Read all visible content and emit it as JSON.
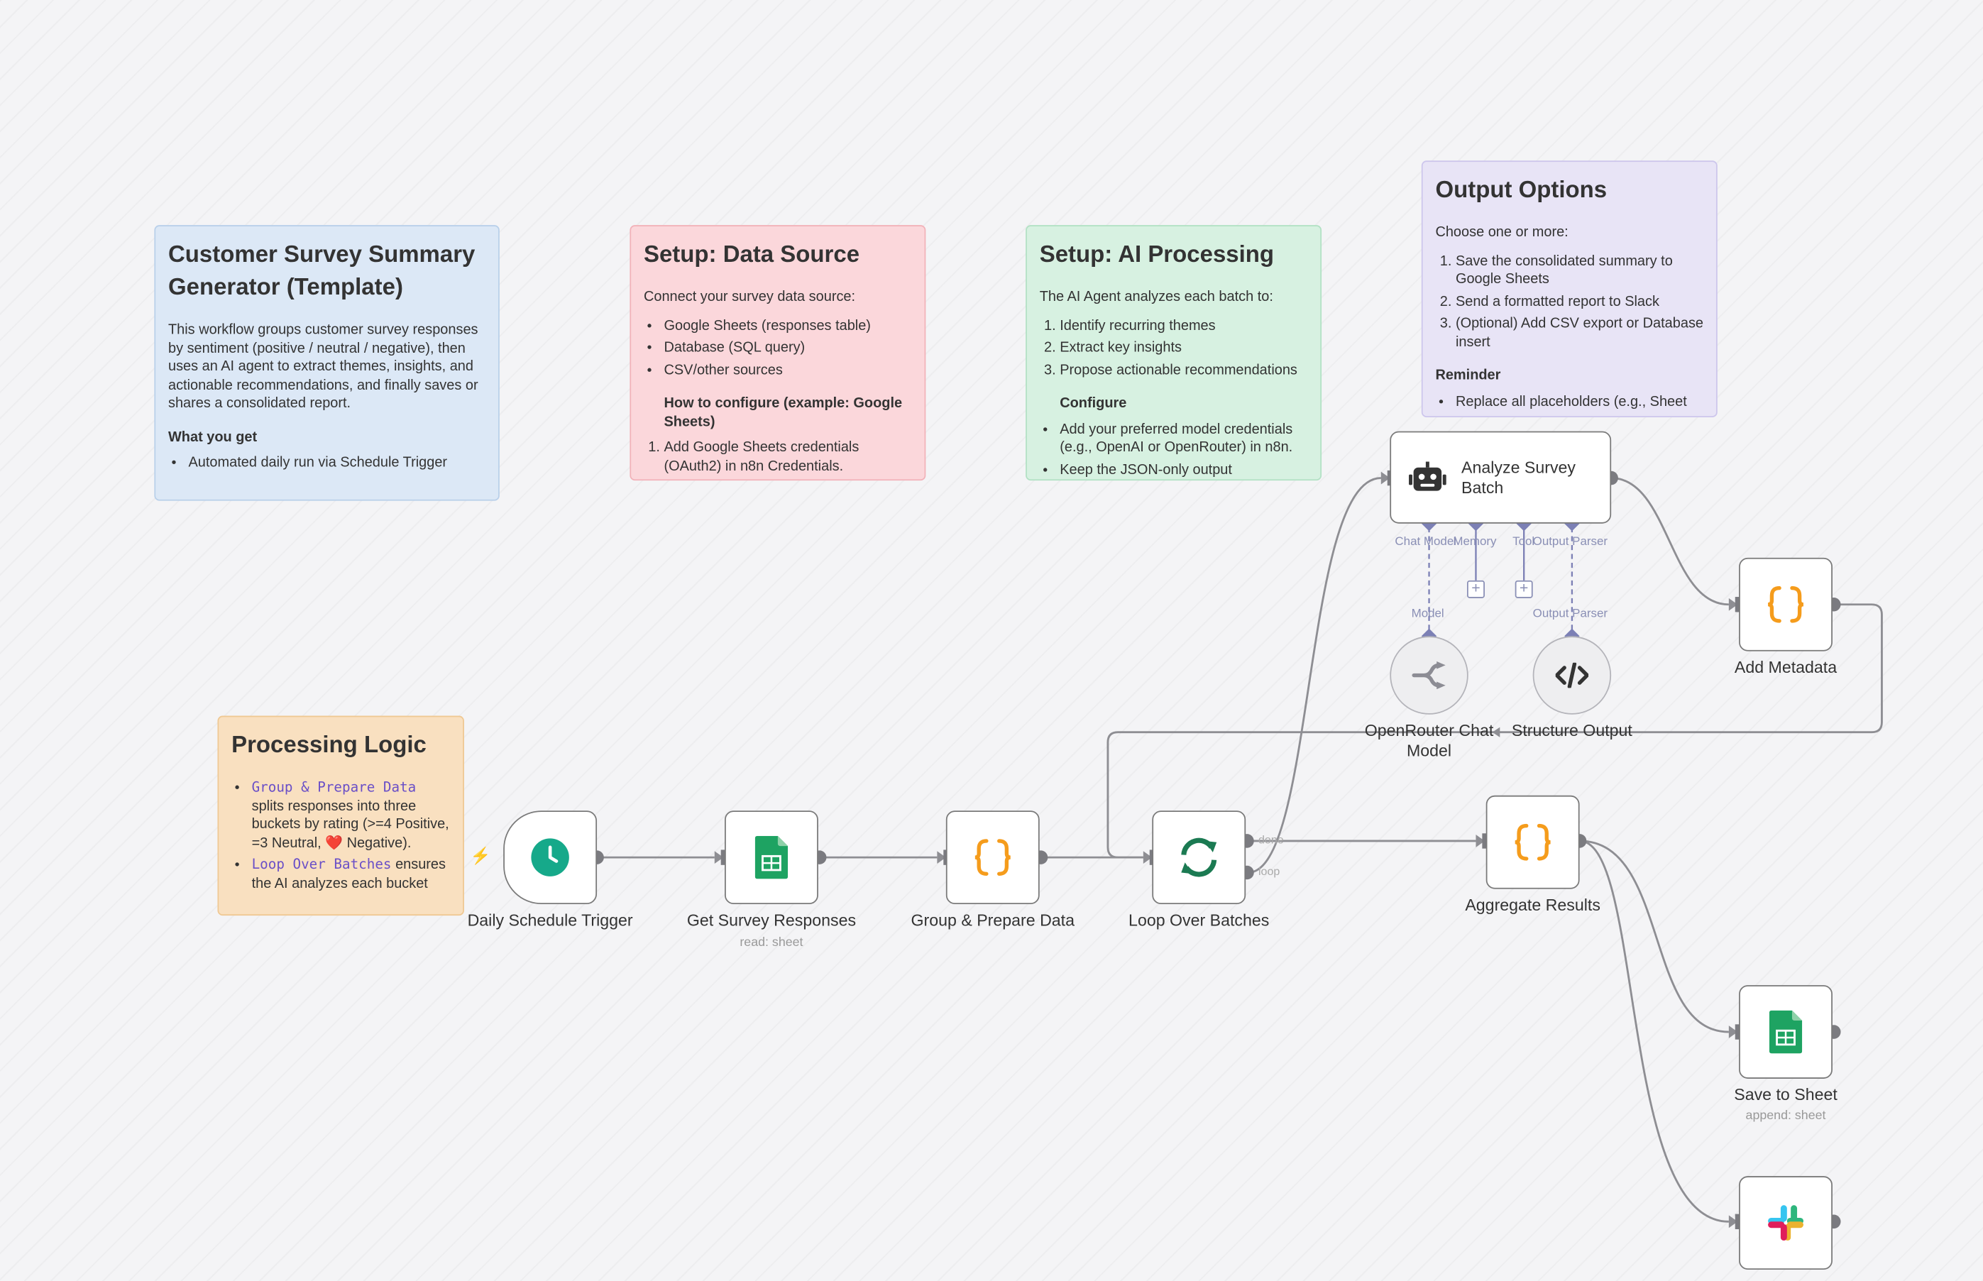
{
  "colors": {
    "edge": "#8e8e93",
    "handle": "#7b7b80",
    "sub_handle": "#7c80b5",
    "trigger_green": "#16a98a",
    "sheets_green": "#1ea362",
    "code_orange": "#f59c1c",
    "loop_green": "#1b7a52"
  },
  "notes": {
    "overview": {
      "title": "Customer Survey Summary Generator (Template)",
      "body": "This workflow groups customer survey responses by sentiment (positive / neutral / negative), then uses an AI agent to extract themes, insights, and actionable recommendations, and finally saves or shares a consolidated report.",
      "what_you_get": "What you get",
      "bullets": [
        "Automated daily run via Schedule Trigger"
      ]
    },
    "data_source": {
      "title": "Setup: Data Source",
      "intro": "Connect your survey data source:",
      "bullets": [
        "Google Sheets (responses table)",
        "Database (SQL query)",
        "CSV/other sources"
      ],
      "how_to": "How to configure (example: Google Sheets)",
      "steps": [
        "Add Google Sheets credentials (OAuth2) in n8n Credentials."
      ]
    },
    "ai_processing": {
      "title": "Setup: AI Processing",
      "intro": "The AI Agent analyzes each batch to:",
      "steps": [
        "Identify recurring themes",
        "Extract key insights",
        "Propose actionable recommendations"
      ],
      "configure": "Configure",
      "bullets": [
        "Add your preferred model credentials (e.g., OpenAI or OpenRouter) in n8n.",
        "Keep the JSON-only output"
      ]
    },
    "output_options": {
      "title": "Output Options",
      "intro": "Choose one or more:",
      "steps": [
        "Save the consolidated summary to Google Sheets",
        "Send a formatted report to Slack",
        "(Optional) Add CSV export or Database insert"
      ],
      "reminder": "Reminder",
      "bullets": [
        "Replace all placeholders (e.g., Sheet"
      ]
    },
    "processing_logic": {
      "title": "Processing Logic",
      "item1_code": "Group & Prepare Data",
      "item1_text": "splits responses into three buckets by rating (>=4 Positive, =3 Neutral, ❤️ Negative).",
      "item2_code": "Loop Over Batches",
      "item2_text": "ensures the AI analyzes each bucket"
    }
  },
  "nodes": {
    "schedule": {
      "label": "Daily Schedule Trigger",
      "icon": "clock-icon"
    },
    "get_responses": {
      "label": "Get Survey Responses",
      "sublabel": "read: sheet",
      "icon": "google-sheets-icon"
    },
    "group_prepare": {
      "label": "Group & Prepare Data",
      "icon": "code-braces-icon"
    },
    "loop": {
      "label": "Loop Over Batches",
      "icon": "loop-arrows-icon",
      "done": "done",
      "loop": "loop"
    },
    "agent": {
      "label": "Analyze Survey Batch",
      "icon": "robot-icon"
    },
    "agent_ports": {
      "chat_model": "Chat Model",
      "memory": "Memory",
      "tool": "Tool",
      "output_parser": "Output Parser"
    },
    "openrouter": {
      "label": "OpenRouter Chat Model",
      "port": "Model",
      "icon": "openrouter-icon"
    },
    "structure": {
      "label": "Structure Output",
      "port": "Output Parser",
      "icon": "code-tag-icon"
    },
    "add_metadata": {
      "label": "Add Metadata",
      "icon": "code-braces-icon"
    },
    "aggregate": {
      "label": "Aggregate Results",
      "icon": "code-braces-icon"
    },
    "save_sheet": {
      "label": "Save to Sheet",
      "sublabel": "append: sheet",
      "icon": "google-sheets-icon"
    },
    "slack": {
      "label": "",
      "icon": "slack-icon"
    }
  }
}
